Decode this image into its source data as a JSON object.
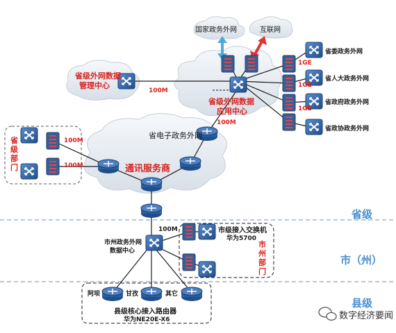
{
  "clouds": {
    "national": "国家政务外网",
    "internet": "互联网",
    "province_network": "省电子政务外网",
    "center_app_line1": "省级外网数据",
    "center_app_line2": "应用中心",
    "carrier": "通讯服务商"
  },
  "nodes": {
    "mgmt_center_line1": "省级外网数据",
    "mgmt_center_line2": "管理中心",
    "prov_dept": "省级部门",
    "city_center_line1": "市州政务外网",
    "city_center_line2": "数据中心",
    "city_switch_line1": "市级接入交换机",
    "city_switch_line2": "华为5700",
    "city_dept": "市州部门",
    "county_router_line1": "县级核心接入路由器",
    "county_router_line2": "华为NE20E-X6"
  },
  "links": {
    "mgmt_link": "100M",
    "center_link": "100M",
    "dept_link_1": "100M",
    "dept_link_2": "100M",
    "city_link": "100M",
    "ge1": "1GE",
    "ge2": "1GE",
    "ge3": "1GE"
  },
  "external_networks": [
    "省委政务外网",
    "省人大政务外网",
    "省政府政务外网",
    "省政协政务外网"
  ],
  "counties": [
    "阿坝",
    "甘孜",
    "其它"
  ],
  "tiers": {
    "province": "省级",
    "city": "市（州）",
    "county": "县级"
  },
  "watermark": "数字经济要闻",
  "colors": {
    "cloud": "#e9eef4",
    "router": "#2f5f9a",
    "red": "#d8221f",
    "divider": "#6c8fb0",
    "tier": "#4a8fcf"
  }
}
